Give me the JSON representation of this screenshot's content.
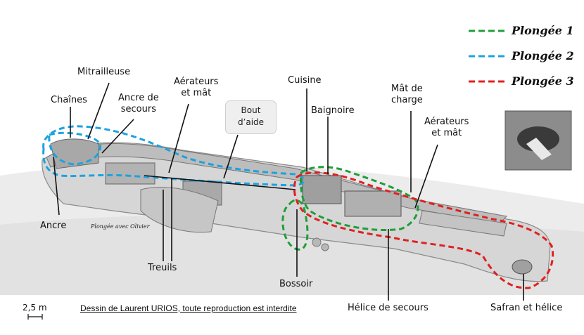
{
  "legend": [
    {
      "label": "Plongée 1",
      "color": "#1f9e3a"
    },
    {
      "label": "Plongée 2",
      "color": "#1aa3e0"
    },
    {
      "label": "Plongée 3",
      "color": "#e02020"
    }
  ],
  "labels": {
    "mitrailleuse": "Mitrailleuse",
    "chaines": "Chaînes",
    "ancre_secours": [
      "Ancre de",
      "secours"
    ],
    "aerateurs_1": [
      "Aérateurs",
      "et mât"
    ],
    "bout_aide": [
      "Bout",
      "d’aide"
    ],
    "cuisine": "Cuisine",
    "baignoire": "Baignoire",
    "mat_charge": [
      "Mât de",
      "charge"
    ],
    "aerateurs_2": [
      "Aérateurs",
      "et mât"
    ],
    "ancre": "Ancre",
    "treuils": "Treuils",
    "bossoir": "Bossoir",
    "helice_secours": "Hélice de secours",
    "safran": "Safran et hélice"
  },
  "signature": "Plongée avec Olivier",
  "credit": "Dessin de Laurent URIOS, toute reproduction est interdite",
  "scale": "2,5 m"
}
